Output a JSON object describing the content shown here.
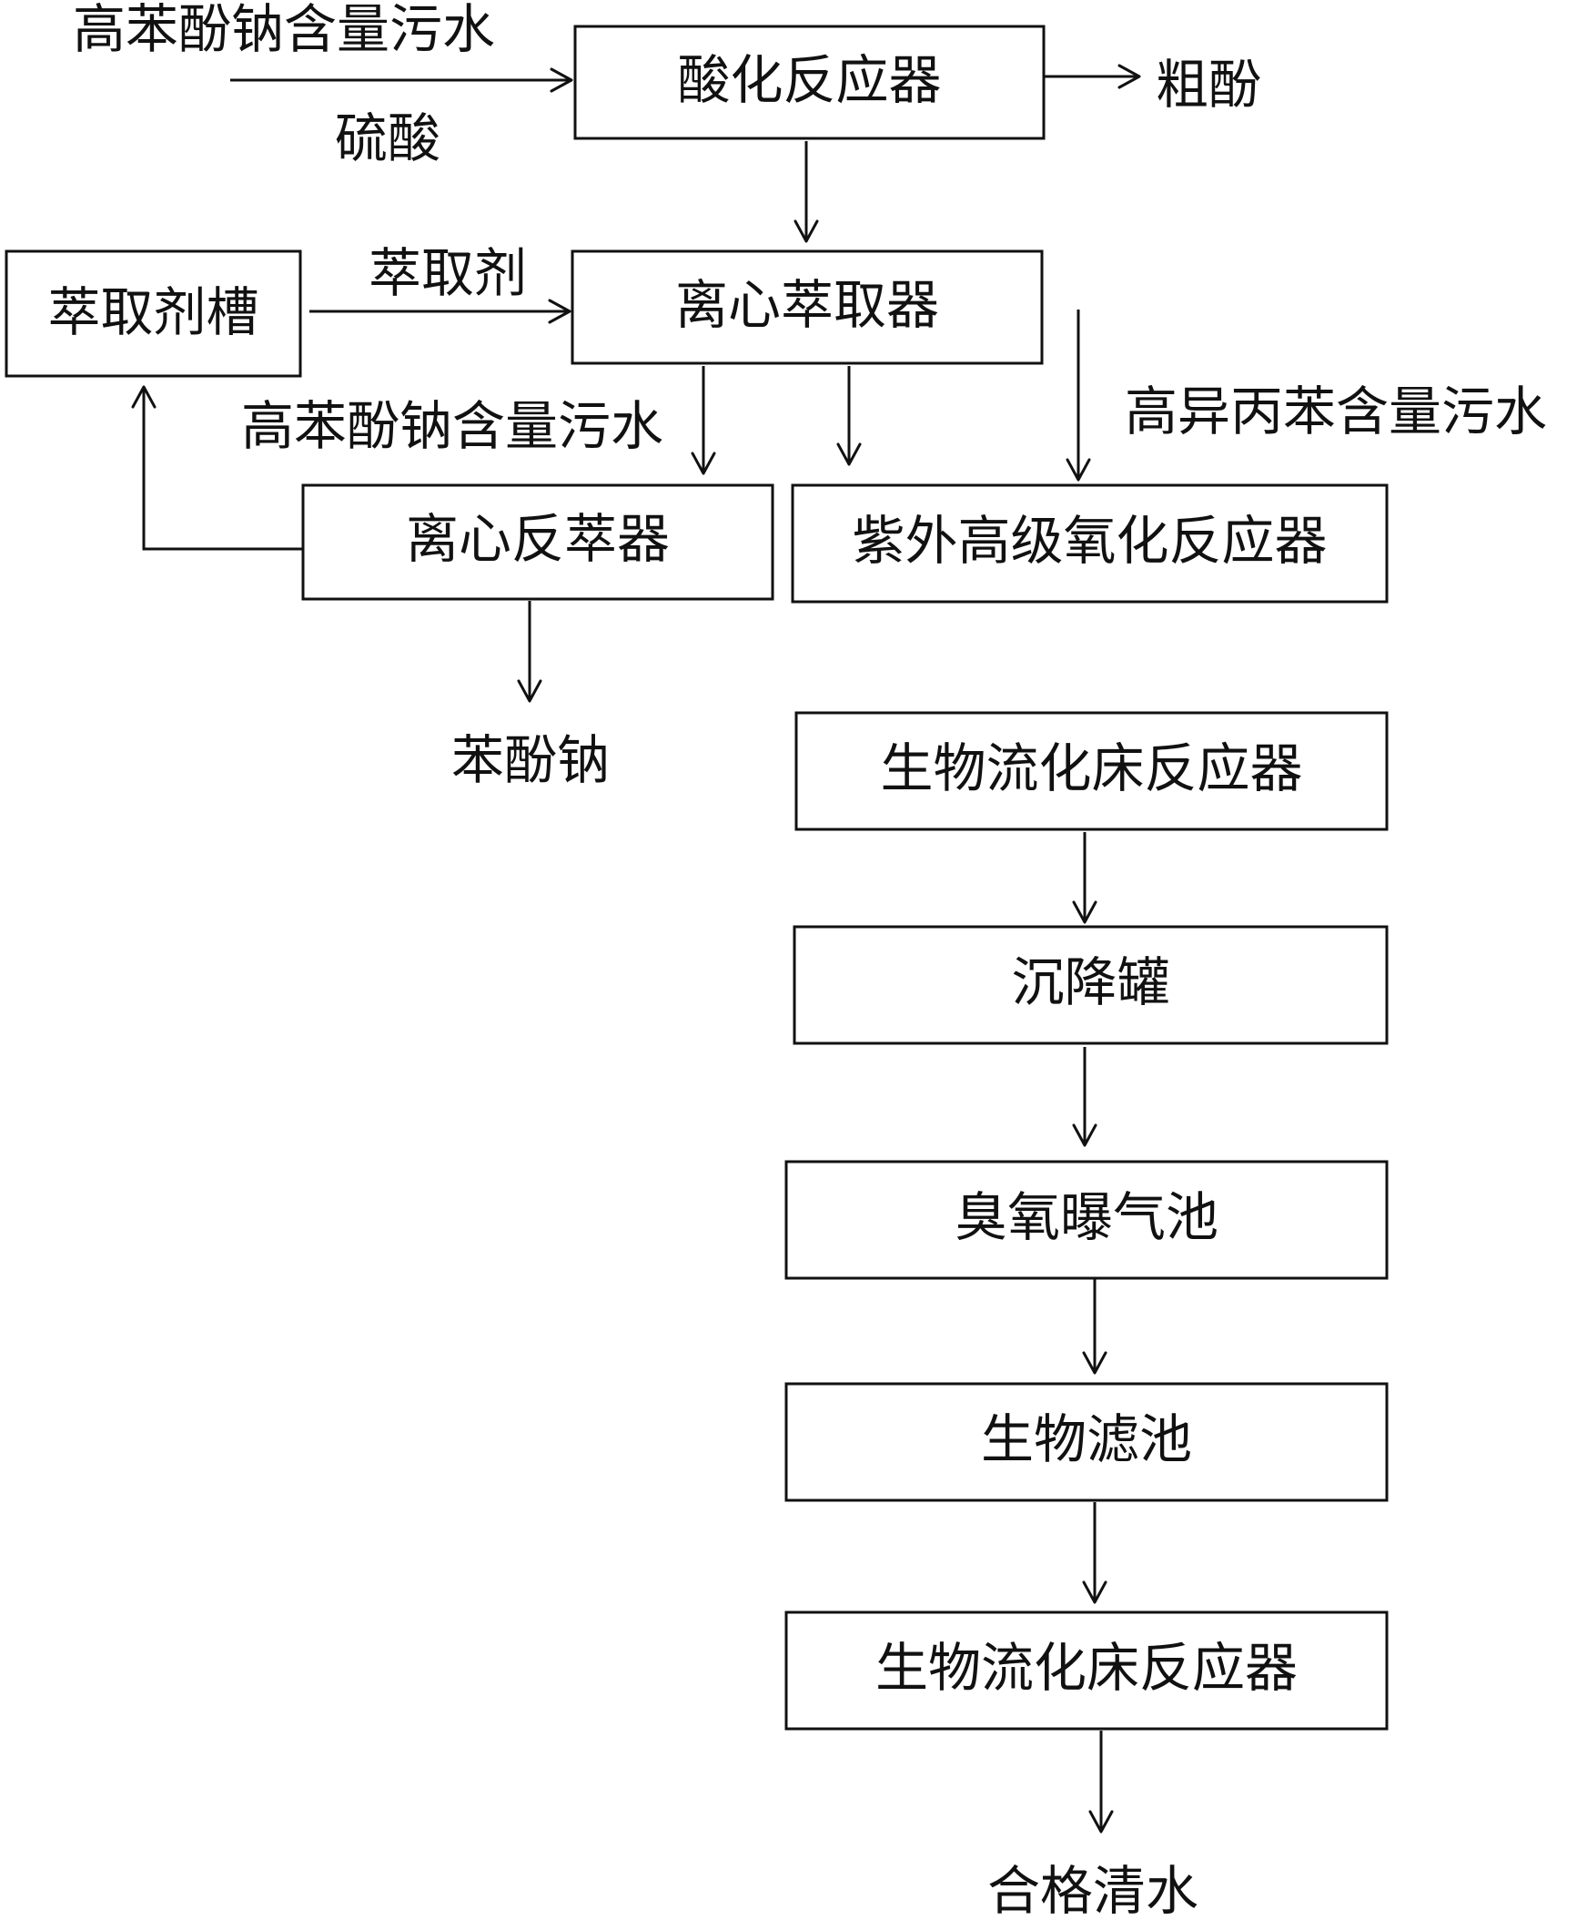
{
  "nodes": {
    "acidification_reactor": "酸化反应器",
    "centrifugal_extractor": "离心萃取器",
    "extractant_tank": "萃取剂槽",
    "centrifugal_back_extractor": "离心反萃器",
    "uv_aop_reactor": "紫外高级氧化反应器",
    "bio_fluidized_bed_1": "生物流化床反应器",
    "settling_tank": "沉降罐",
    "ozone_aeration_tank": "臭氧曝气池",
    "bio_filter": "生物滤池",
    "bio_fluidized_bed_2": "生物流化床反应器"
  },
  "labels": {
    "high_sodium_phenolate_wastewater_in": "高苯酚钠含量污水",
    "sulfuric_acid": "硫酸",
    "crude_phenol": "粗酚",
    "extractant": "萃取剂",
    "high_sodium_phenolate_wastewater_mid": "高苯酚钠含量污水",
    "high_cumene_wastewater": "高异丙苯含量污水",
    "sodium_phenolate": "苯酚钠",
    "qualified_clean_water": "合格清水"
  }
}
